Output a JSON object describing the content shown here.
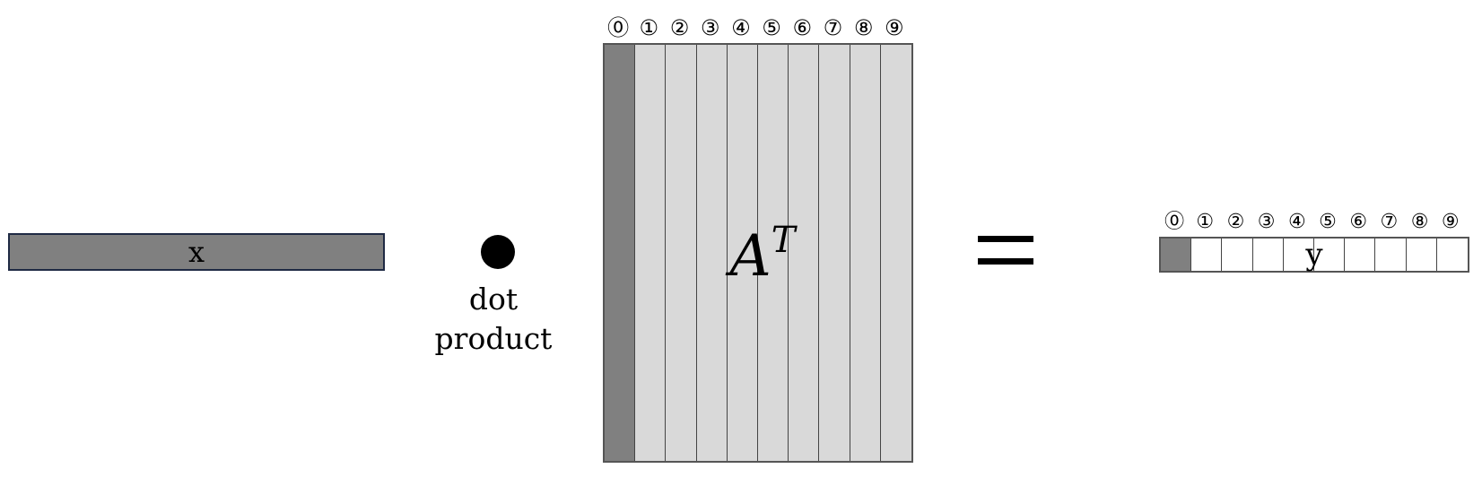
{
  "vector_x": {
    "label": "x"
  },
  "operator": {
    "label": "dot\nproduct"
  },
  "matrix": {
    "base": "A",
    "superscript": "T",
    "column_labels": [
      "⓪",
      "①",
      "②",
      "③",
      "④",
      "⑤",
      "⑥",
      "⑦",
      "⑧",
      "⑨"
    ]
  },
  "equals": "=",
  "vector_y": {
    "label": "y",
    "column_labels": [
      "⓪",
      "①",
      "②",
      "③",
      "④",
      "⑤",
      "⑥",
      "⑦",
      "⑧",
      "⑨"
    ]
  },
  "colors": {
    "dark_gray": "#808080",
    "light_gray": "#d9d9d9",
    "white": "#ffffff",
    "x_border": "#1f2a44"
  }
}
